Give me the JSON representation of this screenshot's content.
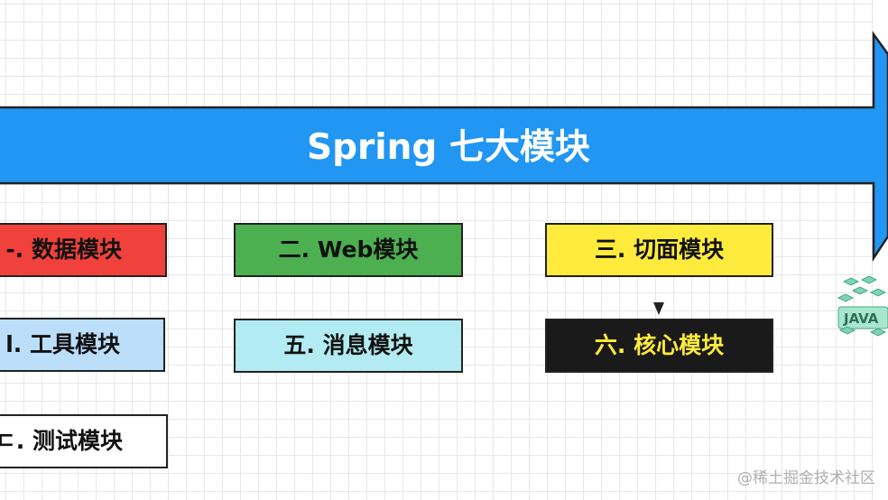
{
  "arrow": {
    "title": "Spring 七大模块",
    "color": "#2196f3"
  },
  "modules": [
    {
      "label": "-. 数据模块",
      "color": "#f0413a"
    },
    {
      "label": "二. Web模块",
      "color": "#4caf50"
    },
    {
      "label": "三. 切面模块",
      "color": "#ffeb3b"
    },
    {
      "label": "l. 工具模块",
      "color": "#bbdefb"
    },
    {
      "label": "五. 消息模块",
      "color": "#b2ebf2"
    },
    {
      "label": "六. 核心模块",
      "color": "#1a1a1a"
    },
    {
      "label": "ㄷ. 测试模块",
      "color": "#ffffff"
    }
  ],
  "logo": {
    "text": "JAVA",
    "icon": "java-cubes-logo"
  },
  "watermark": "@稀土掘金技术社区"
}
